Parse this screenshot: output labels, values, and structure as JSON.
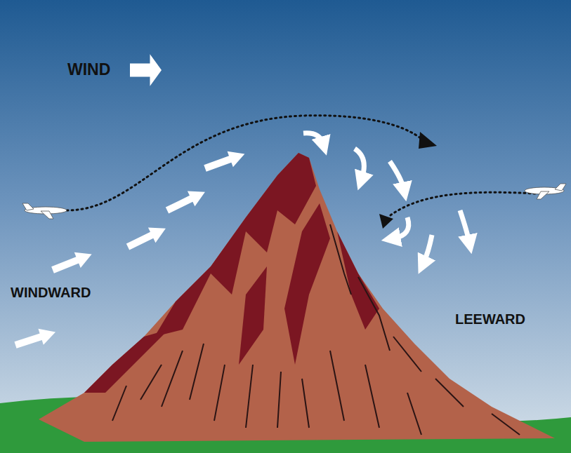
{
  "diagram": {
    "labels": [
      "WIND",
      "WINDWARD",
      "LEEWARD"
    ]
  }
}
